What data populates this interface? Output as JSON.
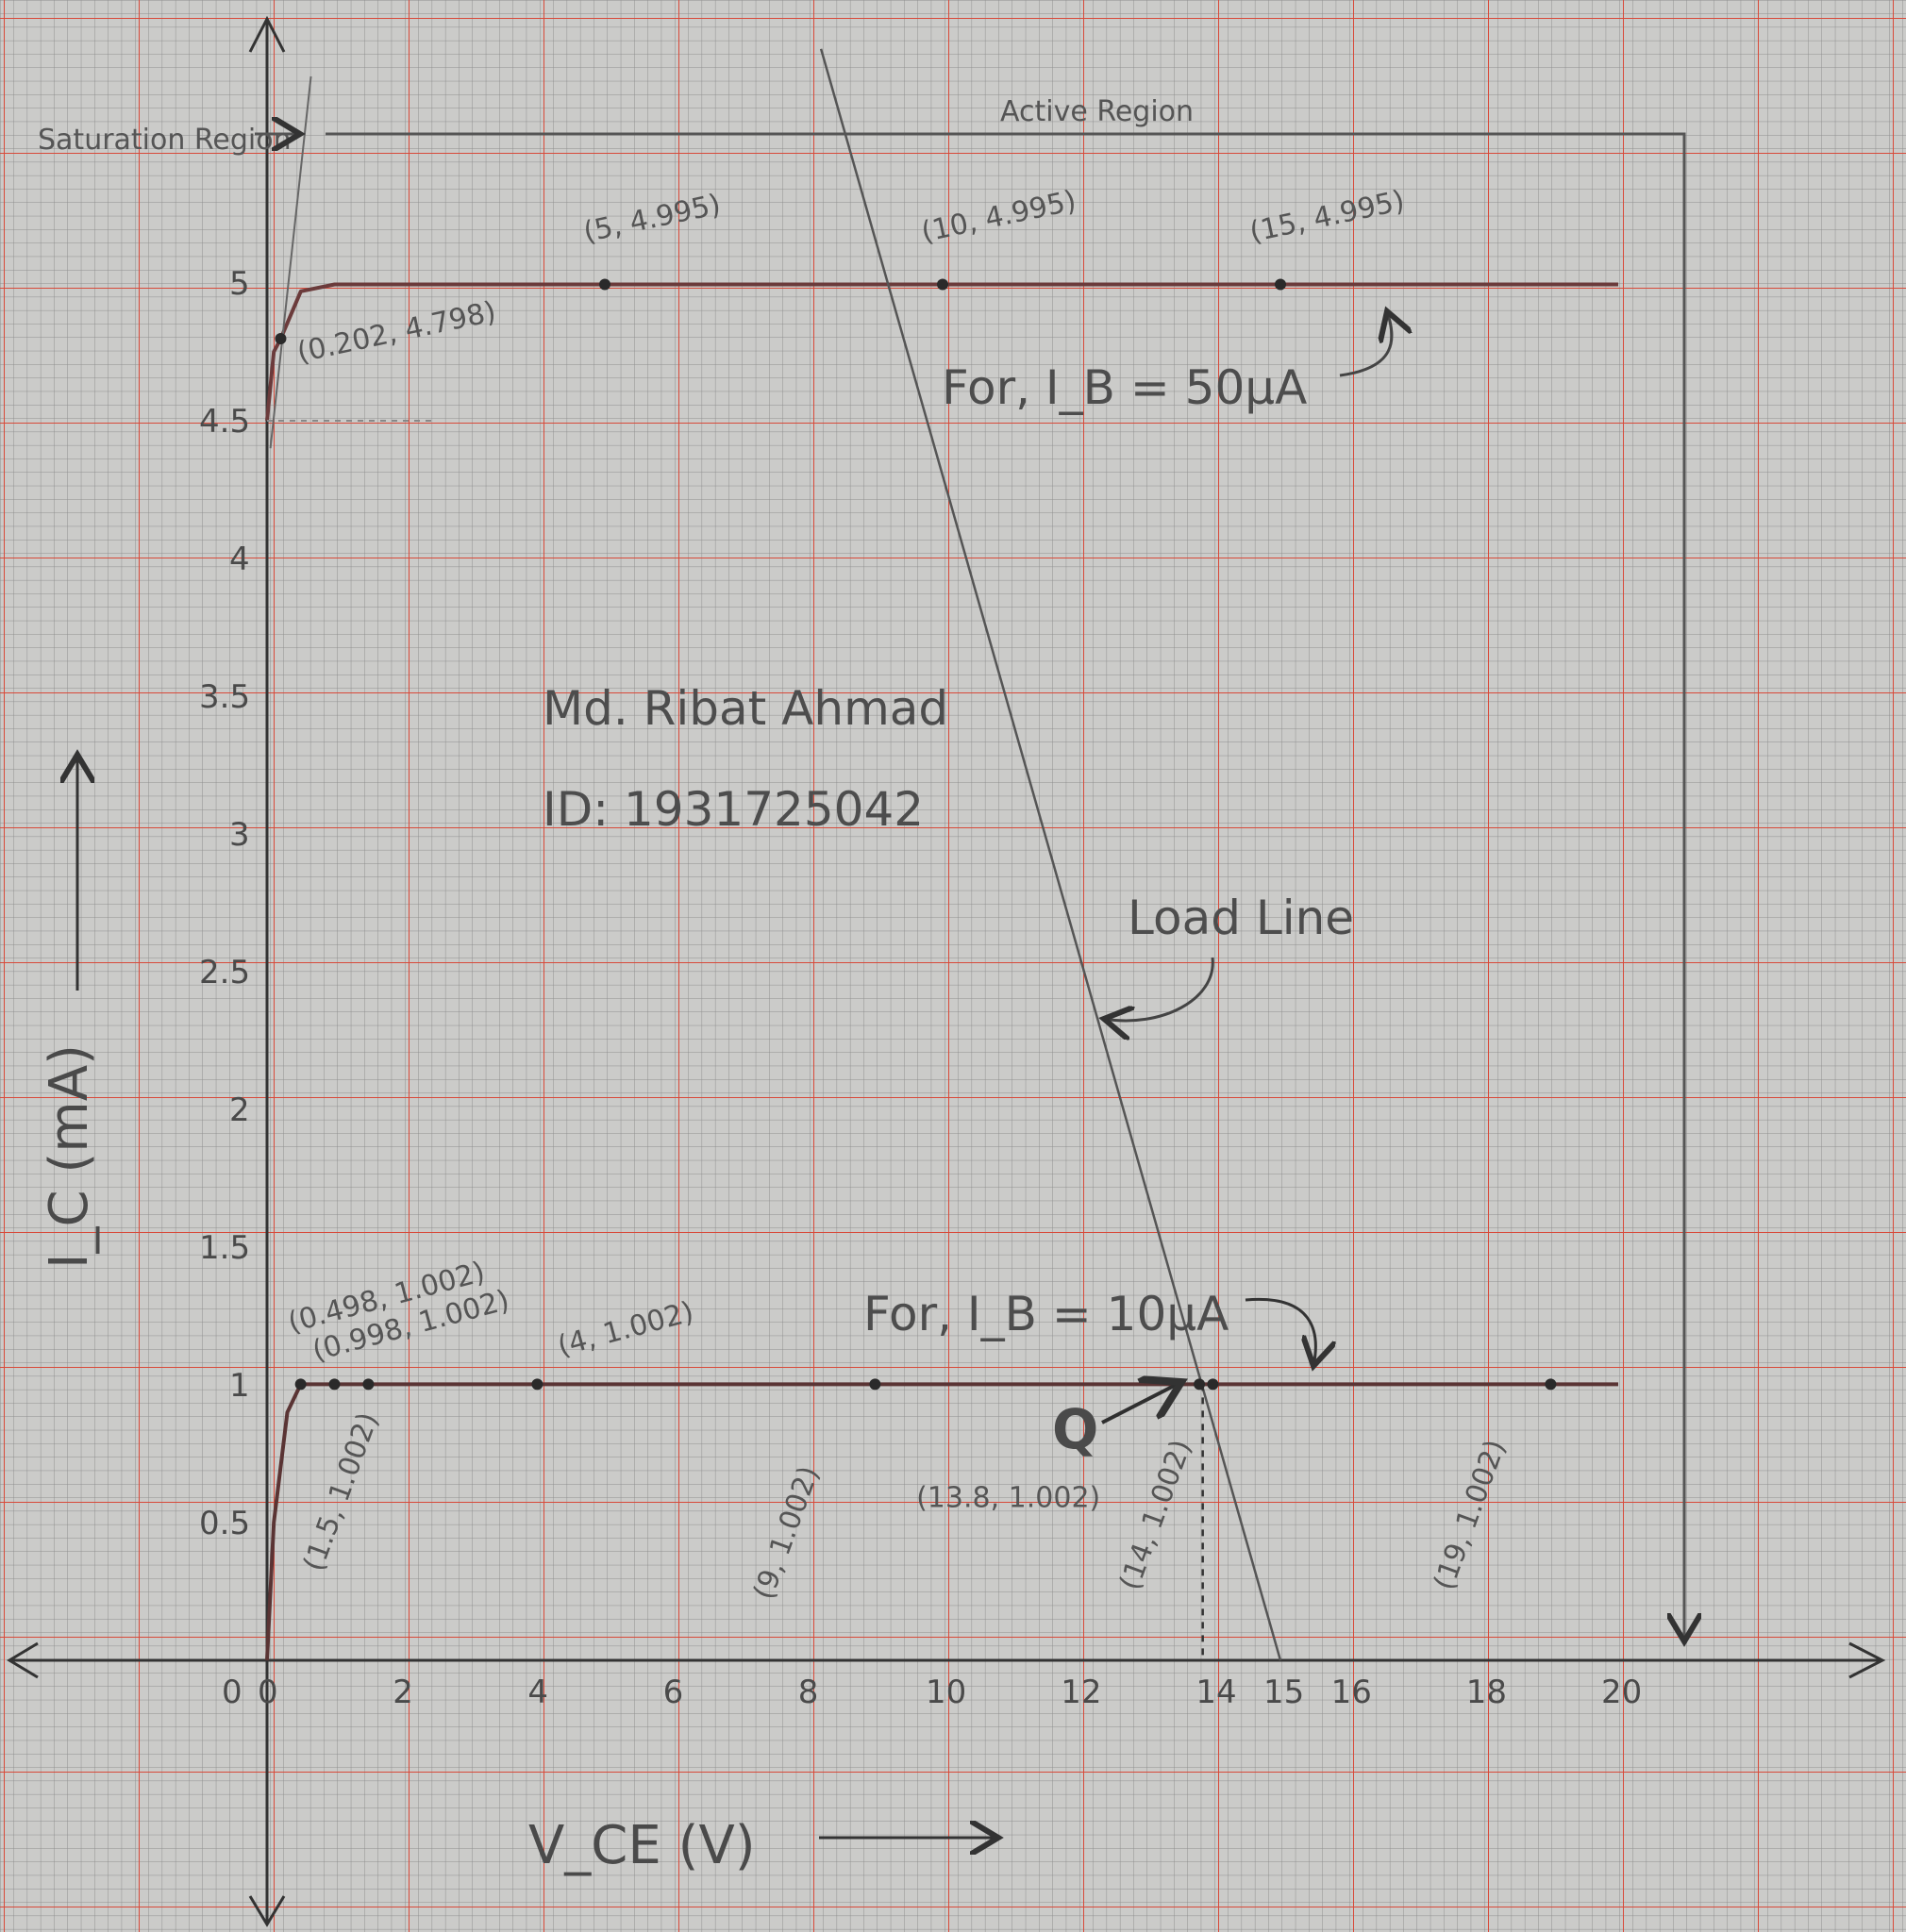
{
  "chart_data": {
    "type": "line",
    "xlabel": "V_CE (V)",
    "ylabel": "I_C (mA)",
    "xlim": [
      -3.5,
      24
    ],
    "ylim": [
      -1.0,
      6.0
    ],
    "x_ticks": [
      "0",
      "2",
      "4",
      "6",
      "8",
      "10",
      "12",
      "14",
      "15",
      "16",
      "18",
      "20"
    ],
    "x_tick_values": [
      0,
      2,
      4,
      6,
      8,
      10,
      12,
      14,
      15,
      16,
      18,
      20
    ],
    "y_ticks": [
      "0.5",
      "1",
      "1.5",
      "2",
      "2.5",
      "3",
      "3.5",
      "4",
      "4.5",
      "5"
    ],
    "y_tick_values": [
      0.5,
      1,
      1.5,
      2,
      2.5,
      3,
      3.5,
      4,
      4.5,
      5
    ],
    "grid": true,
    "series": [
      {
        "name": "For, I_B = 50μA",
        "x": [
          0,
          0.1,
          0.202,
          0.5,
          1,
          5,
          10,
          15,
          20
        ],
        "y": [
          4.5,
          4.75,
          4.798,
          4.97,
          4.995,
          4.995,
          4.995,
          4.995,
          4.995
        ]
      },
      {
        "name": "For, I_B = 10μA",
        "x": [
          0,
          0.1,
          0.3,
          0.498,
          0.998,
          1.5,
          2,
          4,
          9,
          13.8,
          14,
          19,
          20
        ],
        "y": [
          0,
          0.5,
          0.9,
          1.002,
          1.002,
          1.002,
          1.002,
          1.002,
          1.002,
          1.002,
          1.002,
          1.002,
          1.002
        ]
      },
      {
        "name": "Load Line",
        "x": [
          8.2,
          15
        ],
        "y": [
          5.85,
          0
        ]
      }
    ],
    "point_labels": [
      {
        "text": "(5, 4.995)",
        "x": 5,
        "y": 4.995
      },
      {
        "text": "(10, 4.995)",
        "x": 10,
        "y": 4.995
      },
      {
        "text": "(15, 4.995)",
        "x": 15,
        "y": 4.995
      },
      {
        "text": "(0.202, 4.798)",
        "x": 0.202,
        "y": 4.798
      },
      {
        "text": "(0.498, 1.002)",
        "x": 0.498,
        "y": 1.002
      },
      {
        "text": "(0.998, 1.002)",
        "x": 0.998,
        "y": 1.002
      },
      {
        "text": "(4, 1.002)",
        "x": 4,
        "y": 1.002
      },
      {
        "text": "(1.5, 1.002)",
        "x": 1.5,
        "y": 1.002
      },
      {
        "text": "(9, 1.002)",
        "x": 9,
        "y": 1.002
      },
      {
        "text": "(13.8, 1.002)",
        "x": 13.8,
        "y": 1.002
      },
      {
        "text": "(14, 1.002)",
        "x": 14,
        "y": 1.002
      },
      {
        "text": "(19, 1.002)",
        "x": 19,
        "y": 1.002
      }
    ],
    "annotations": {
      "saturation": "Saturation Region",
      "active": "Active Region",
      "ib50": "For, I_B = 50μA",
      "ib10": "For, I_B = 10μA",
      "load": "Load Line",
      "q": "Q",
      "author": "Md. Ribat Ahmad",
      "id": "ID: 1931725042",
      "origin": "0"
    }
  }
}
